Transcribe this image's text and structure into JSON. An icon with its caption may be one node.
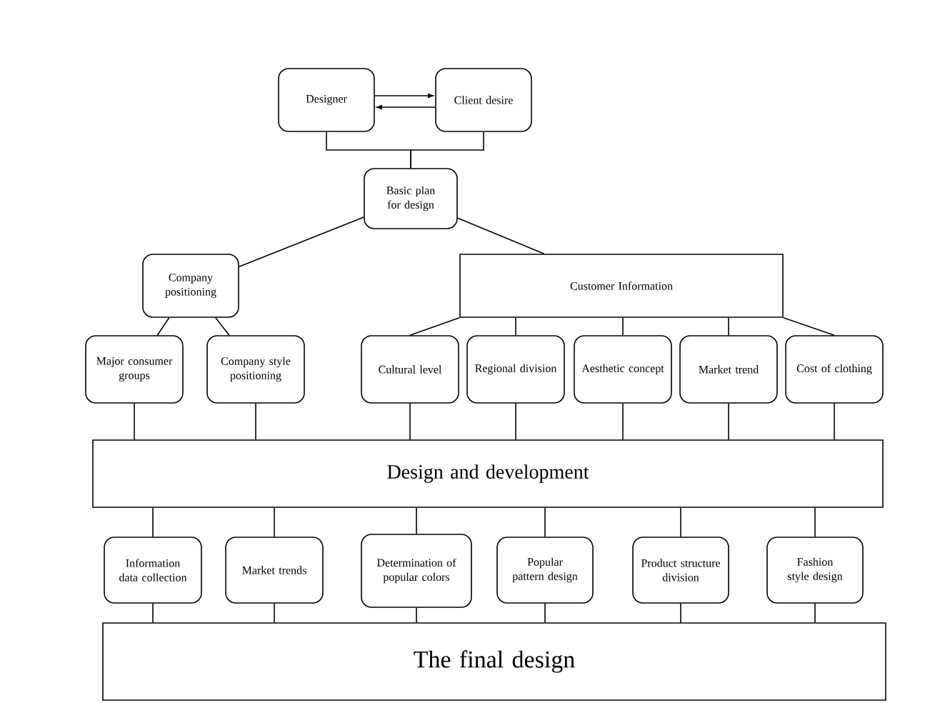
{
  "diagram": {
    "nodes": [
      {
        "text": [
          "Designer"
        ]
      },
      {
        "text": [
          "Client desire"
        ]
      },
      {
        "text": [
          "Basic plan for design"
        ]
      },
      {
        "text": [
          "Company positioning"
        ]
      },
      {
        "text": [
          "Customer Information"
        ]
      },
      {
        "text": [
          "Major consumer groups"
        ]
      },
      {
        "text": [
          "Company style positioning"
        ]
      },
      {
        "text": [
          "Cultural level"
        ]
      },
      {
        "text": [
          "Regional division"
        ]
      },
      {
        "text": [
          "Aesthetic concept"
        ]
      },
      {
        "text": [
          "Market trend"
        ]
      },
      {
        "text": [
          "Cost of clothing"
        ]
      },
      {
        "text": [
          "Design and development"
        ]
      },
      {
        "text": [
          "Information data collection"
        ]
      },
      {
        "text": [
          "Market trends"
        ]
      },
      {
        "text": [
          "Determination of popular colors"
        ]
      },
      {
        "text": [
          "Popular pattern design"
        ]
      },
      {
        "text": [
          "Product structure division"
        ]
      },
      {
        "text": [
          "Fashion style design"
        ]
      },
      {
        "text": [
          "The final design"
        ]
      }
    ],
    "edges": [
      {
        "from": 0,
        "to": 1,
        "arrow": "to"
      },
      {
        "from": 1,
        "to": 0,
        "arrow": "to"
      },
      {
        "from": 0,
        "to": 2,
        "arrow": "none"
      },
      {
        "from": 1,
        "to": 2,
        "arrow": "none"
      },
      {
        "from": 2,
        "to": 3,
        "arrow": "none"
      },
      {
        "from": 2,
        "to": 4,
        "arrow": "none"
      },
      {
        "from": 3,
        "to": 5,
        "arrow": "none"
      },
      {
        "from": 3,
        "to": 6,
        "arrow": "none"
      },
      {
        "from": 4,
        "to": 7,
        "arrow": "none"
      },
      {
        "from": 4,
        "to": 8,
        "arrow": "none"
      },
      {
        "from": 4,
        "to": 9,
        "arrow": "none"
      },
      {
        "from": 4,
        "to": 10,
        "arrow": "none"
      },
      {
        "from": 4,
        "to": 11,
        "arrow": "none"
      },
      {
        "from": 5,
        "to": 12,
        "arrow": "none"
      },
      {
        "from": 6,
        "to": 12,
        "arrow": "none"
      },
      {
        "from": 7,
        "to": 12,
        "arrow": "none"
      },
      {
        "from": 8,
        "to": 12,
        "arrow": "none"
      },
      {
        "from": 9,
        "to": 12,
        "arrow": "none"
      },
      {
        "from": 10,
        "to": 12,
        "arrow": "none"
      },
      {
        "from": 11,
        "to": 12,
        "arrow": "none"
      },
      {
        "from": 12,
        "to": 13,
        "arrow": "none"
      },
      {
        "from": 12,
        "to": 14,
        "arrow": "none"
      },
      {
        "from": 12,
        "to": 15,
        "arrow": "none"
      },
      {
        "from": 12,
        "to": 16,
        "arrow": "none"
      },
      {
        "from": 12,
        "to": 17,
        "arrow": "none"
      },
      {
        "from": 12,
        "to": 18,
        "arrow": "none"
      },
      {
        "from": 13,
        "to": 19,
        "arrow": "none"
      },
      {
        "from": 14,
        "to": 19,
        "arrow": "none"
      },
      {
        "from": 15,
        "to": 19,
        "arrow": "none"
      },
      {
        "from": 16,
        "to": 19,
        "arrow": "none"
      },
      {
        "from": 17,
        "to": 19,
        "arrow": "none"
      },
      {
        "from": 18,
        "to": 19,
        "arrow": "none"
      }
    ]
  }
}
